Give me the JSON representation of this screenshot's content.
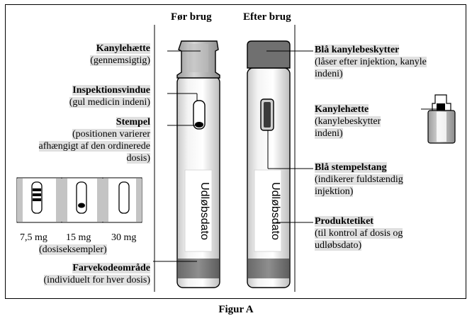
{
  "headings": {
    "before": "Før brug",
    "after": "Efter brug"
  },
  "left_labels": {
    "needle_cap": {
      "title": "Kanylehætte",
      "desc": "(gennemsigtig)"
    },
    "inspection_window": {
      "title": "Inspektionsvindue",
      "desc": "(gul medicin indeni)"
    },
    "plunger": {
      "title": "Stempel",
      "desc": [
        "(positionen varierer",
        "afhængigt af den ordinerede",
        "dosis)"
      ]
    },
    "dose_examples": {
      "doses": [
        "7,5 mg",
        "15 mg",
        "30 mg"
      ],
      "caption": "(dosiseksempler)"
    },
    "color_code": {
      "title": "Farvekodeområde",
      "desc": "(individuelt for hver dosis)"
    }
  },
  "right_labels": {
    "needle_shield": {
      "title": "Blå kanylebeskytter",
      "desc": [
        "(låser efter injektion, kanyle",
        "indeni)"
      ]
    },
    "needle_cap": {
      "title": "Kanylehætte",
      "desc": [
        "(kanylebeskytter",
        "indeni)"
      ]
    },
    "plunger_rod": {
      "title": "Blå stempelstang",
      "desc": [
        "(indikerer fuldstændig",
        "injektion)"
      ]
    },
    "product_label": {
      "title": "Produktetiket",
      "desc": [
        "(til kontrol af dosis og",
        "udløbsdato)"
      ]
    }
  },
  "pen_label_text": "Udløbsdato",
  "figure_caption": "Figur A"
}
